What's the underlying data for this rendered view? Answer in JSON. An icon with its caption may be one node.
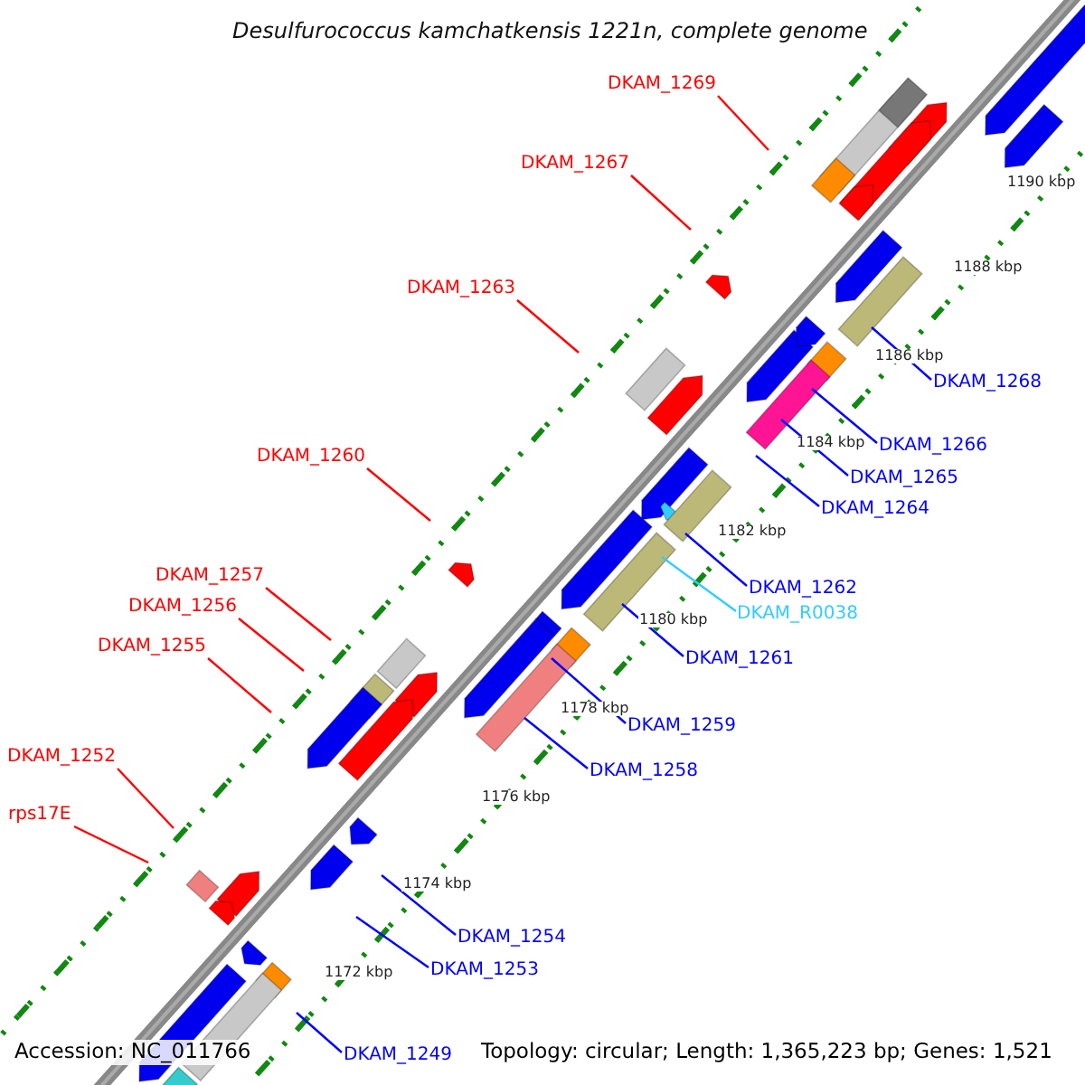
{
  "diagram": {
    "title": "Desulfurococcus kamchatkensis 1221n, complete genome",
    "nodes": [
      {
        "text": [
          "DKAM_1269"
        ]
      },
      {
        "text": [
          "DKAM_1267"
        ]
      },
      {
        "text": [
          "DKAM_1263"
        ]
      },
      {
        "text": [
          "DKAM_1268"
        ]
      },
      {
        "text": [
          "DKAM_1266"
        ]
      },
      {
        "text": [
          "DKAM_1265"
        ]
      },
      {
        "text": [
          "DKAM_1260"
        ]
      },
      {
        "text": [
          "DKAM_1264"
        ]
      },
      {
        "text": [
          "DKAM_1262"
        ]
      },
      {
        "text": [
          "DKAM_R0038"
        ]
      },
      {
        "text": [
          "DKAM_1257"
        ]
      },
      {
        "text": [
          "DKAM_1256"
        ]
      },
      {
        "text": [
          "DKAM_1255"
        ]
      },
      {
        "text": [
          "DKAM_1261"
        ]
      },
      {
        "text": [
          "DKAM_1259"
        ]
      },
      {
        "text": [
          "DKAM_1258"
        ]
      },
      {
        "text": [
          "DKAM_1252"
        ]
      },
      {
        "text": [
          "rps17E"
        ]
      },
      {
        "text": [
          "DKAM_1254"
        ]
      },
      {
        "text": [
          "DKAM_1253"
        ]
      },
      {
        "text": [
          "DKAM_1249"
        ]
      }
    ],
    "edges": [
      {
        "from": 0,
        "to": null,
        "arrow": "none",
        "color": "#ff0000"
      },
      {
        "from": 1,
        "to": null,
        "arrow": "none",
        "color": "#ff0000"
      },
      {
        "from": 2,
        "to": null,
        "arrow": "none",
        "color": "#ff0000"
      },
      {
        "from": 3,
        "to": null,
        "arrow": "none"
      },
      {
        "from": 4,
        "to": null,
        "arrow": "none"
      },
      {
        "from": 5,
        "to": null,
        "arrow": "none"
      },
      {
        "from": 6,
        "to": null,
        "arrow": "none",
        "color": "#ff0000"
      },
      {
        "from": 7,
        "to": null,
        "arrow": "none"
      },
      {
        "from": 8,
        "to": null,
        "arrow": "none"
      },
      {
        "from": 9,
        "to": null,
        "arrow": "none",
        "color": "#33ccff"
      },
      {
        "from": 10,
        "to": null,
        "arrow": "none",
        "color": "#ff0000"
      },
      {
        "from": 11,
        "to": null,
        "arrow": "none",
        "color": "#ff0000"
      },
      {
        "from": 12,
        "to": null,
        "arrow": "none",
        "color": "#ff0000"
      },
      {
        "from": 13,
        "to": null,
        "arrow": "none"
      },
      {
        "from": 14,
        "to": null,
        "arrow": "none"
      },
      {
        "from": 15,
        "to": null,
        "arrow": "none"
      },
      {
        "from": 16,
        "to": null,
        "arrow": "none",
        "color": "#ff0000"
      },
      {
        "from": 17,
        "to": null,
        "arrow": "none",
        "color": "#ff0000"
      },
      {
        "from": 18,
        "to": null,
        "arrow": "none"
      },
      {
        "from": 19,
        "to": null,
        "arrow": "none"
      },
      {
        "from": 20,
        "to": null,
        "arrow": "none"
      }
    ],
    "labels": [
      "1190 kbp",
      "1188 kbp",
      "1186 kbp",
      "1184 kbp",
      "1182 kbp",
      "1180 kbp",
      "1178 kbp",
      "1176 kbp",
      "1174 kbp",
      "1172 kbp",
      "Accession: NC_011766",
      "Topology: circular; Length: 1,365,223 bp; Genes: 1,521"
    ]
  }
}
